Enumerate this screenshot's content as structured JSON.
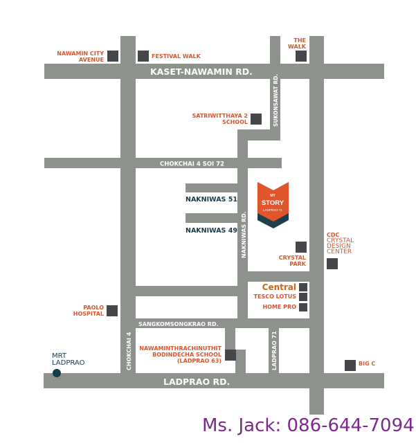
{
  "roads": {
    "kaset_nawamin": "KASET-NAWAMIN RD.",
    "sukonsawat": "SUKONSAWAT RD.",
    "chokchai_soi72": "CHOKCHAI 4 SOI 72",
    "nakniwas_51": "NAKNIWAS 51",
    "nakniwas_49": "NAKNIWAS 49",
    "nakniwas_rd": "NAKNIWAS RD.",
    "sangkom": "SANGKOMSONGKRAO RD.",
    "chokchai4": "CHOKCHAI 4",
    "ladprao71": "LADPRAO 71",
    "ladprao_rd": "LADPRAO RD."
  },
  "places": {
    "nawamin_city": [
      "NAWAMIN CITY",
      "AVENUE"
    ],
    "festival_walk": "FESTIVAL WALK",
    "the_walk": [
      "THE",
      "WALK"
    ],
    "satriwitthaya": [
      "SATRIWITTHAYA 2",
      "SCHOOL"
    ],
    "crystal_park": [
      "CRYSTAL",
      "PARK"
    ],
    "cdc": [
      "CDC",
      "CRYSTAL",
      "DESIGN",
      "CENTER"
    ],
    "central": "Central",
    "tesco": "TESCO LOTUS",
    "homepro": "HOME PRO",
    "paolo": [
      "PAOLO",
      "HOSPITAL"
    ],
    "school": [
      "NAWAMINTHRACHINUTHIT",
      "BODINDECHA SCHOOL",
      "(LADPRAO 63)"
    ],
    "bigc": "BIG C",
    "mrt": [
      "MRT",
      "LADPRAO"
    ]
  },
  "logo": {
    "line1": "MY",
    "line2": "STORY",
    "line3": "LADPRAO 71"
  },
  "contact": "Ms. Jack: 086-644-7094",
  "colors": {
    "road": "#8e928c",
    "label": "#d4572e",
    "marker": "#46474b",
    "phone": "#7b2a8b"
  }
}
